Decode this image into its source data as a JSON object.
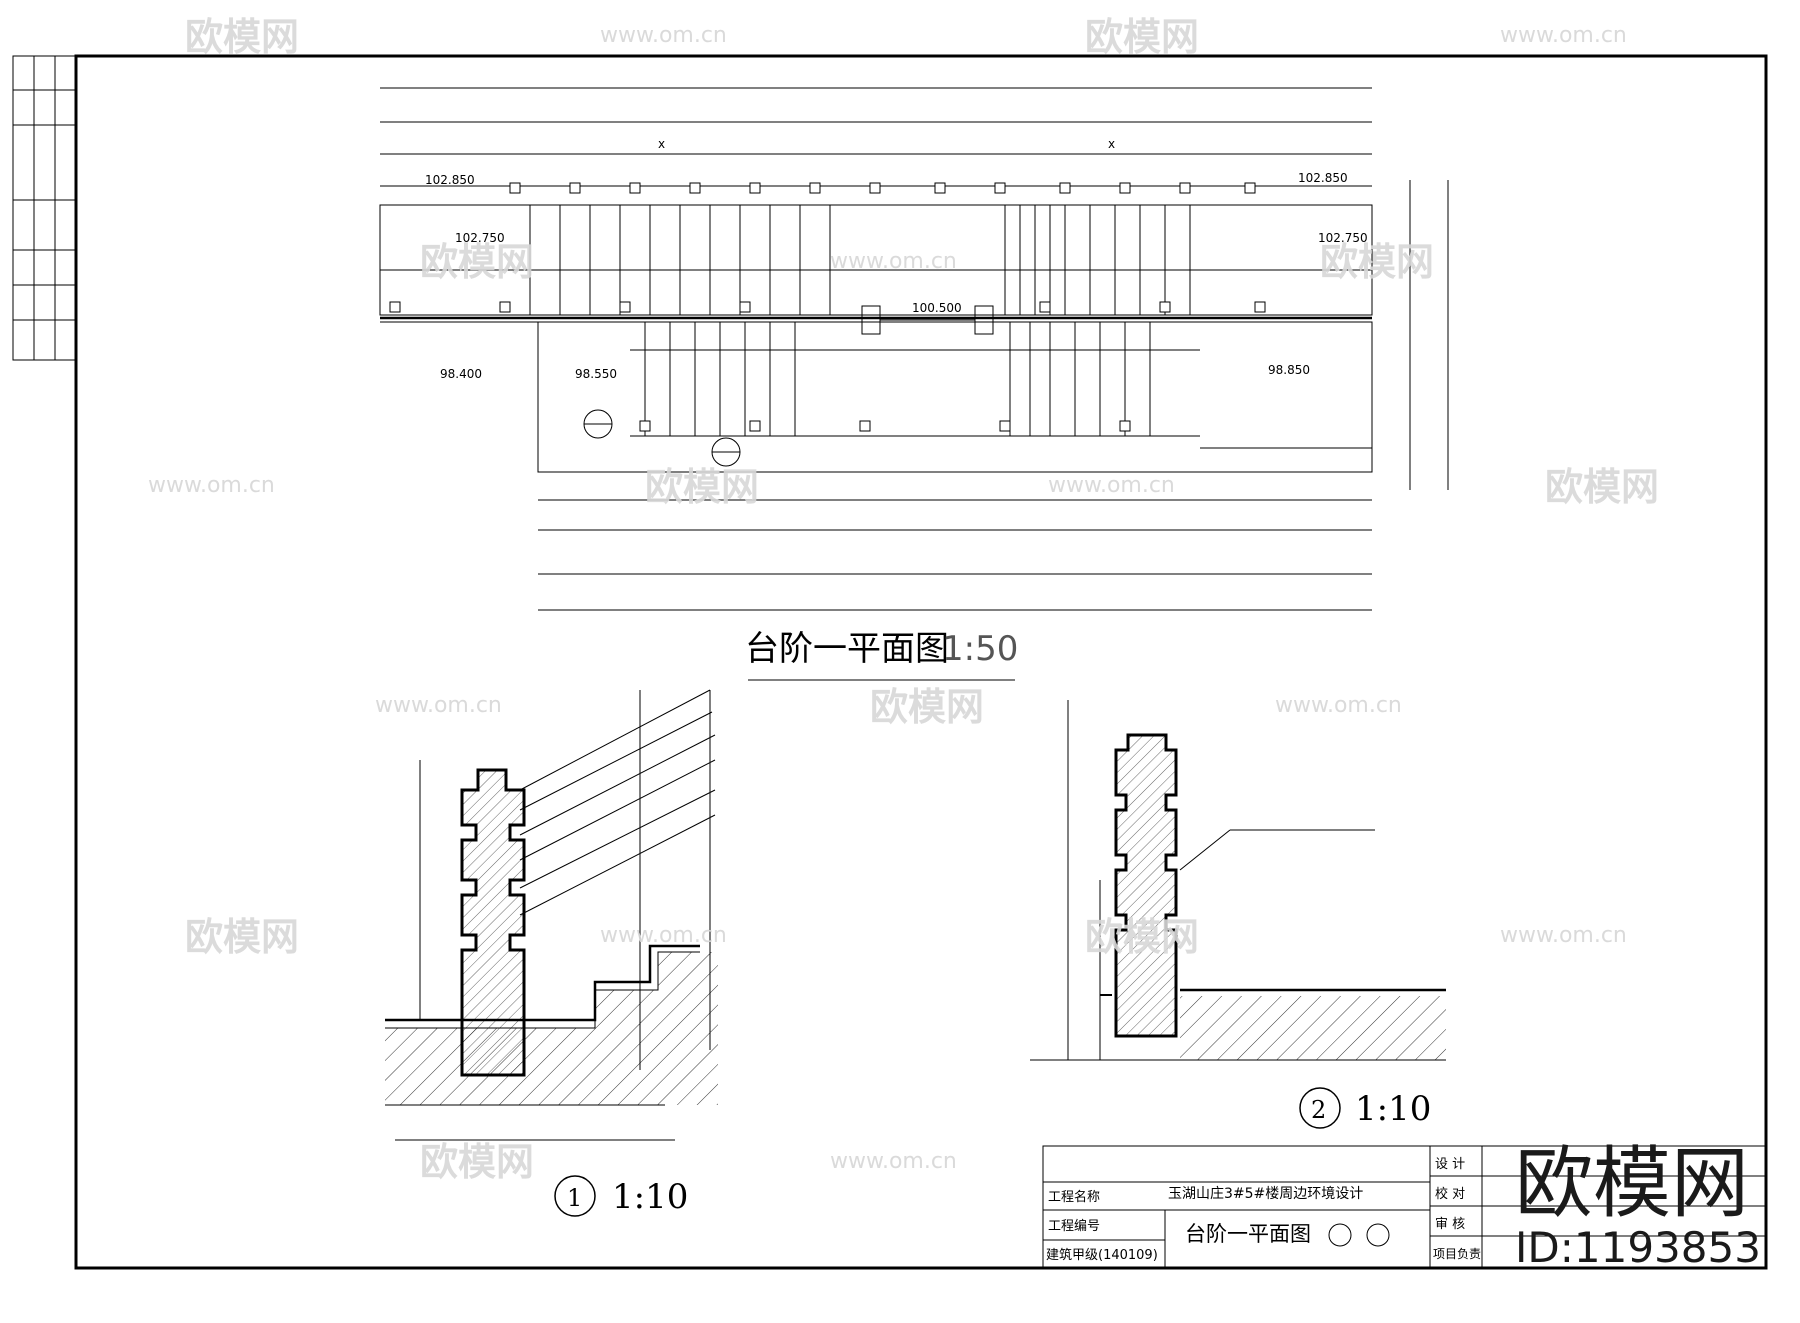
{
  "drawing": {
    "plan_title": "台阶一平面图",
    "plan_scale": "1:50",
    "section1_scale": "1:10",
    "section2_scale": "1:10",
    "section1_label": "1",
    "section2_label": "2",
    "dim_x_left": "x",
    "dim_x_right": "x"
  },
  "elevations": {
    "e1": "102.850",
    "e2": "102.850",
    "e3": "102.750",
    "e4": "102.750",
    "e5": "100.500",
    "e6": "98.400",
    "e7": "98.550",
    "e8": "98.850"
  },
  "title_block": {
    "project_name_label": "工程名称",
    "project_name_value": "玉湖山庄3#5#楼周边环境设计",
    "project_no_label": "工程编号",
    "grade_label": "建筑甲级(140109)",
    "sheet_title": "台阶一平面图",
    "design_label": "设 计",
    "check_label": "校 对",
    "review_label": "审 核",
    "leader_label": "项目负责"
  },
  "watermark": {
    "brand": "欧模网",
    "site": "www.om.cn",
    "id_text": "ID:1193853"
  }
}
